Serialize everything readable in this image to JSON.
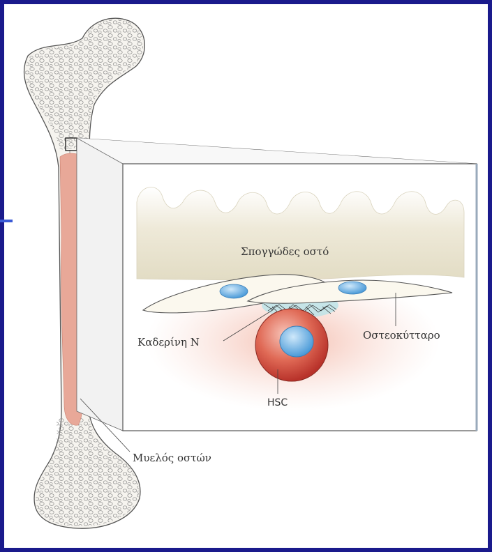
{
  "labels": {
    "spongy_bone": "Σπογγώδες οστό",
    "cadherin": "Καδερίνη Ν",
    "osteocyte": "Οστεοκύτταρο",
    "hsc": "HSC",
    "bone_marrow": "Μυελός οστών"
  },
  "colors": {
    "background": "#1a1a8c",
    "marrow": "#e8a898",
    "bone": "#f3f1ec",
    "spongy": "#e9e4d0",
    "hsc_fill": "#d94a3c",
    "nucleus": "#5aa8e0"
  }
}
